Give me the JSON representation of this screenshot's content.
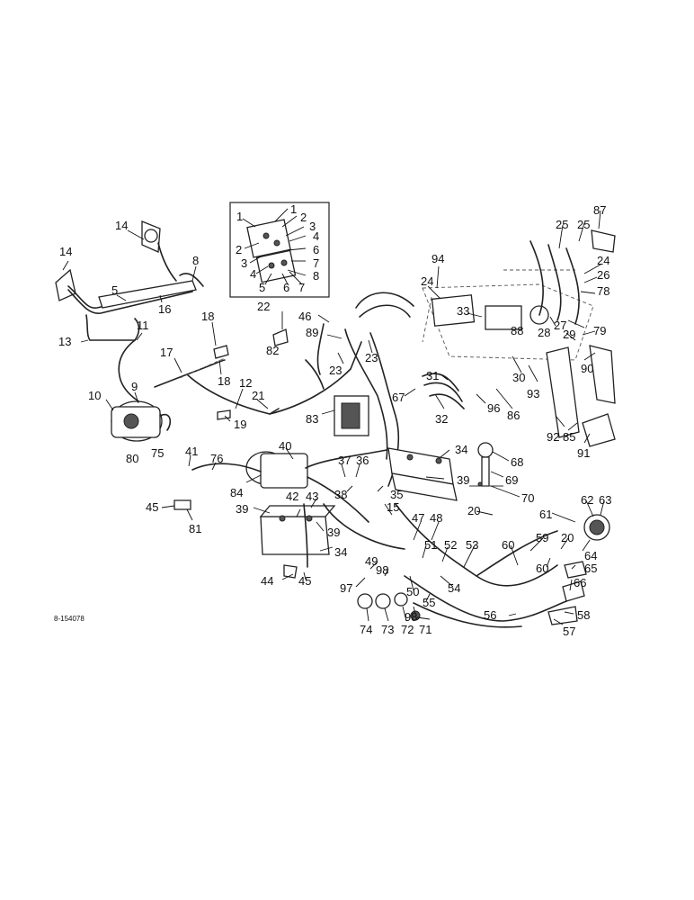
{
  "diagram": {
    "part_number": "8-154078",
    "callouts": [
      {
        "id": "c14a",
        "text": "14"
      },
      {
        "id": "c14b",
        "text": "14"
      },
      {
        "id": "c8",
        "text": "8"
      },
      {
        "id": "c5",
        "text": "5"
      },
      {
        "id": "c16",
        "text": "16"
      },
      {
        "id": "c11",
        "text": "11"
      },
      {
        "id": "c13",
        "text": "13"
      },
      {
        "id": "c17",
        "text": "17"
      },
      {
        "id": "c18a",
        "text": "18"
      },
      {
        "id": "c18b",
        "text": "18"
      },
      {
        "id": "c12",
        "text": "12"
      },
      {
        "id": "c21",
        "text": "21"
      },
      {
        "id": "c19",
        "text": "19"
      },
      {
        "id": "c10",
        "text": "10"
      },
      {
        "id": "c9",
        "text": "9"
      },
      {
        "id": "c80",
        "text": "80"
      },
      {
        "id": "c75",
        "text": "75"
      },
      {
        "id": "c22",
        "text": "22"
      },
      {
        "id": "c82",
        "text": "82"
      },
      {
        "id": "c46",
        "text": "46"
      },
      {
        "id": "c89",
        "text": "89"
      },
      {
        "id": "c23a",
        "text": "23"
      },
      {
        "id": "c23b",
        "text": "23"
      },
      {
        "id": "c94",
        "text": "94"
      },
      {
        "id": "c24a",
        "text": "24"
      },
      {
        "id": "c33",
        "text": "33"
      },
      {
        "id": "c88",
        "text": "88"
      },
      {
        "id": "c25a",
        "text": "25"
      },
      {
        "id": "c25b",
        "text": "25"
      },
      {
        "id": "c87",
        "text": "87"
      },
      {
        "id": "c24b",
        "text": "24"
      },
      {
        "id": "c26",
        "text": "26"
      },
      {
        "id": "c78",
        "text": "78"
      },
      {
        "id": "c27",
        "text": "27"
      },
      {
        "id": "c28",
        "text": "28"
      },
      {
        "id": "c29",
        "text": "29"
      },
      {
        "id": "c79",
        "text": "79"
      },
      {
        "id": "c90",
        "text": "90"
      },
      {
        "id": "c30",
        "text": "30"
      },
      {
        "id": "c93",
        "text": "93"
      },
      {
        "id": "c31",
        "text": "31"
      },
      {
        "id": "c67",
        "text": "67"
      },
      {
        "id": "c32",
        "text": "32"
      },
      {
        "id": "c96",
        "text": "96"
      },
      {
        "id": "c86",
        "text": "86"
      },
      {
        "id": "c92",
        "text": "92"
      },
      {
        "id": "c85",
        "text": "85"
      },
      {
        "id": "c91",
        "text": "91"
      },
      {
        "id": "c83",
        "text": "83"
      },
      {
        "id": "c40",
        "text": "40"
      },
      {
        "id": "c41",
        "text": "41"
      },
      {
        "id": "c76",
        "text": "76"
      },
      {
        "id": "c84",
        "text": "84"
      },
      {
        "id": "c37",
        "text": "37"
      },
      {
        "id": "c36",
        "text": "36"
      },
      {
        "id": "c34a",
        "text": "34"
      },
      {
        "id": "c68",
        "text": "68"
      },
      {
        "id": "c69",
        "text": "69"
      },
      {
        "id": "c39a",
        "text": "39"
      },
      {
        "id": "c38",
        "text": "38"
      },
      {
        "id": "c35",
        "text": "35"
      },
      {
        "id": "c70",
        "text": "70"
      },
      {
        "id": "c45a",
        "text": "45"
      },
      {
        "id": "c81",
        "text": "81"
      },
      {
        "id": "c39b",
        "text": "39"
      },
      {
        "id": "c42",
        "text": "42"
      },
      {
        "id": "c43",
        "text": "43"
      },
      {
        "id": "c15",
        "text": "15"
      },
      {
        "id": "c39c",
        "text": "39"
      },
      {
        "id": "c20a",
        "text": "20"
      },
      {
        "id": "c62",
        "text": "62"
      },
      {
        "id": "c63",
        "text": "63"
      },
      {
        "id": "c61",
        "text": "61"
      },
      {
        "id": "c47",
        "text": "47"
      },
      {
        "id": "c48",
        "text": "48"
      },
      {
        "id": "c59",
        "text": "59"
      },
      {
        "id": "c20b",
        "text": "20"
      },
      {
        "id": "c64",
        "text": "64"
      },
      {
        "id": "c34b",
        "text": "34"
      },
      {
        "id": "c51",
        "text": "51"
      },
      {
        "id": "c52",
        "text": "52"
      },
      {
        "id": "c53",
        "text": "53"
      },
      {
        "id": "c60a",
        "text": "60"
      },
      {
        "id": "c60b",
        "text": "60"
      },
      {
        "id": "c65",
        "text": "65"
      },
      {
        "id": "c49",
        "text": "49"
      },
      {
        "id": "c98a",
        "text": "98"
      },
      {
        "id": "c44",
        "text": "44"
      },
      {
        "id": "c45b",
        "text": "45"
      },
      {
        "id": "c54",
        "text": "54"
      },
      {
        "id": "c66",
        "text": "66"
      },
      {
        "id": "c97",
        "text": "97"
      },
      {
        "id": "c50",
        "text": "50"
      },
      {
        "id": "c55",
        "text": "55"
      },
      {
        "id": "c98b",
        "text": "98"
      },
      {
        "id": "c56",
        "text": "56"
      },
      {
        "id": "c58",
        "text": "58"
      },
      {
        "id": "c74",
        "text": "74"
      },
      {
        "id": "c73",
        "text": "73"
      },
      {
        "id": "c72",
        "text": "72"
      },
      {
        "id": "c71",
        "text": "71"
      },
      {
        "id": "c57",
        "text": "57"
      }
    ],
    "inset_callouts": [
      {
        "id": "i1a",
        "text": "1"
      },
      {
        "id": "i1b",
        "text": "1"
      },
      {
        "id": "i2a",
        "text": "2"
      },
      {
        "id": "i3a",
        "text": "3"
      },
      {
        "id": "i4a",
        "text": "4"
      },
      {
        "id": "i2b",
        "text": "2"
      },
      {
        "id": "i6a",
        "text": "6"
      },
      {
        "id": "i3b",
        "text": "3"
      },
      {
        "id": "i7a",
        "text": "7"
      },
      {
        "id": "i4b",
        "text": "4"
      },
      {
        "id": "i8",
        "text": "8"
      },
      {
        "id": "i5",
        "text": "5"
      },
      {
        "id": "i6b",
        "text": "6"
      },
      {
        "id": "i7b",
        "text": "7"
      }
    ]
  }
}
